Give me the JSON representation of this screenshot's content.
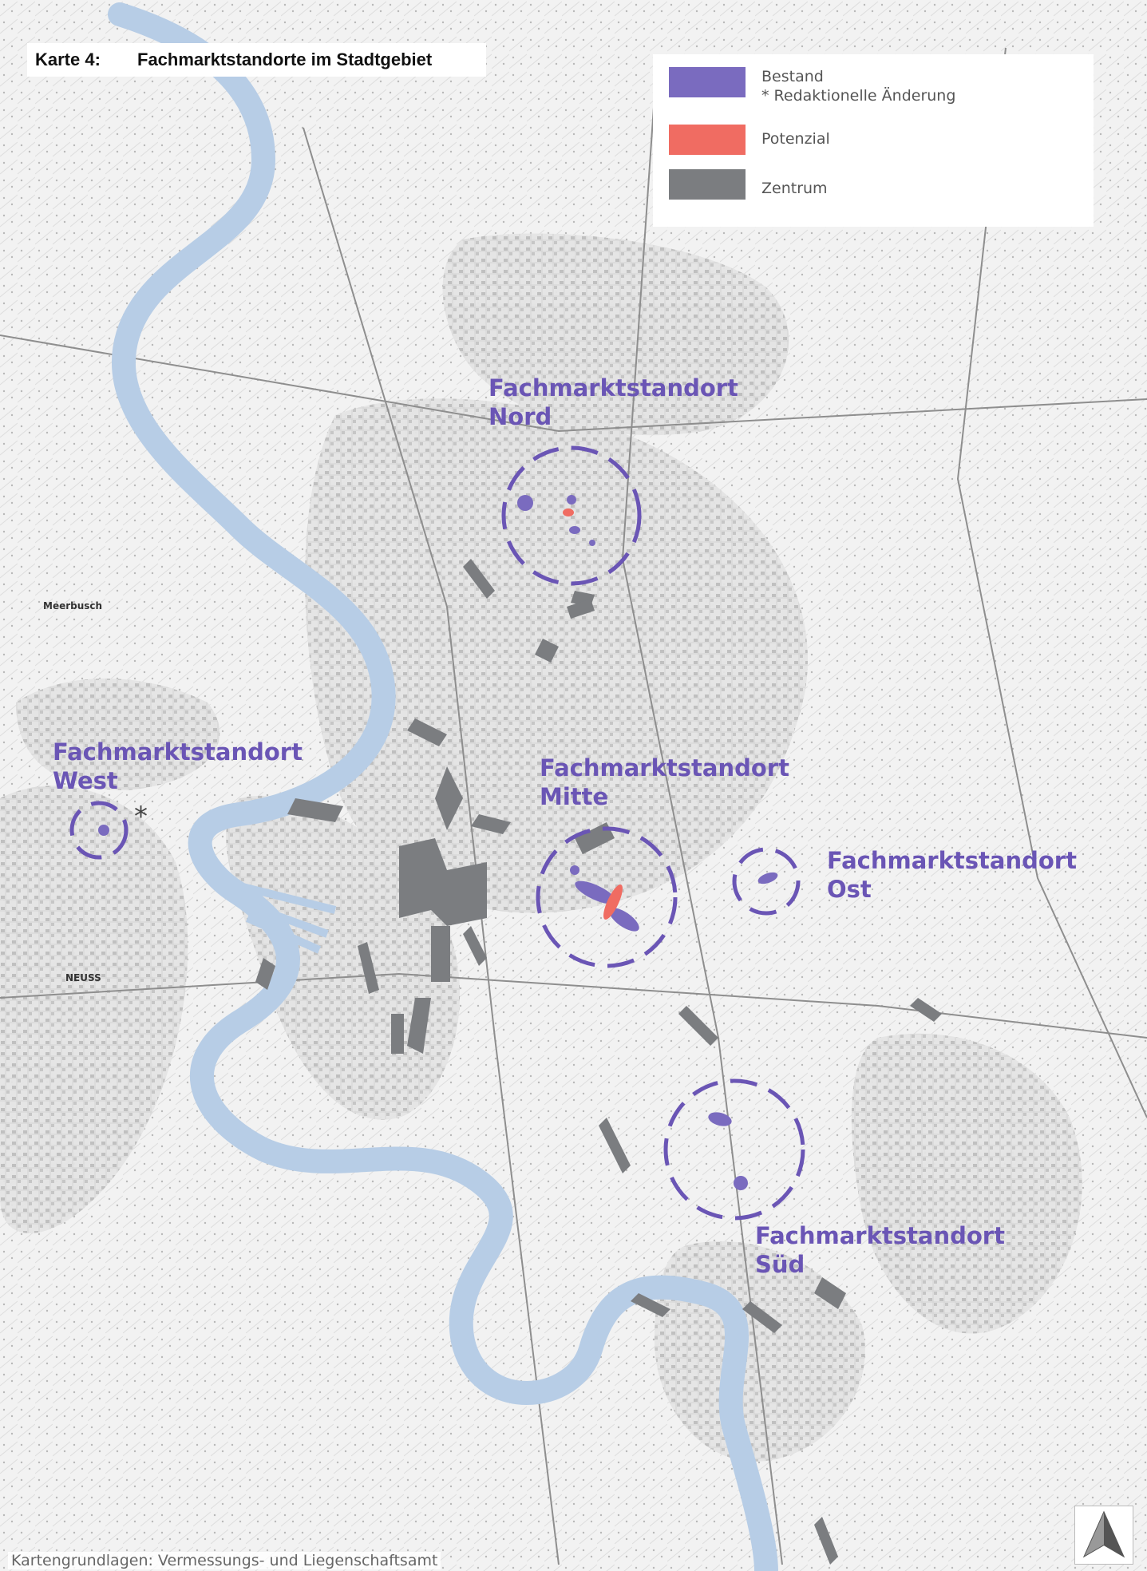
{
  "title": {
    "number": "Karte 4:",
    "text": "Fachmarktstandorte im Stadtgebiet"
  },
  "legend": {
    "items": [
      {
        "label": "Bestand",
        "note": "* Redaktionelle Änderung",
        "color": "#7a6bbf"
      },
      {
        "label": "Potenzial",
        "color": "#f06c62"
      },
      {
        "label": "Zentrum",
        "color": "#7b7d80"
      }
    ]
  },
  "sites": [
    {
      "line1": "Fachmarktstandort",
      "line2": "Nord"
    },
    {
      "line1": "Fachmarktstandort",
      "line2": "West"
    },
    {
      "line1": "Fachmarktstandort",
      "line2": "Mitte"
    },
    {
      "line1": "Fachmarktstandort",
      "line2": "Ost"
    },
    {
      "line1": "Fachmarktstandort",
      "line2": "Süd"
    }
  ],
  "map_labels": {
    "meerbusch": "Meerbusch",
    "neuss": "NEUSS",
    "asterisk": "*"
  },
  "source": "Kartengrundlagen: Vermessungs- und Liegenschaftsamt",
  "colors": {
    "site": "#6a55b5",
    "river": "#b7cde6",
    "bestand": "#7a6bbf",
    "potenzial": "#f06c62",
    "zentrum": "#7b7d80"
  }
}
